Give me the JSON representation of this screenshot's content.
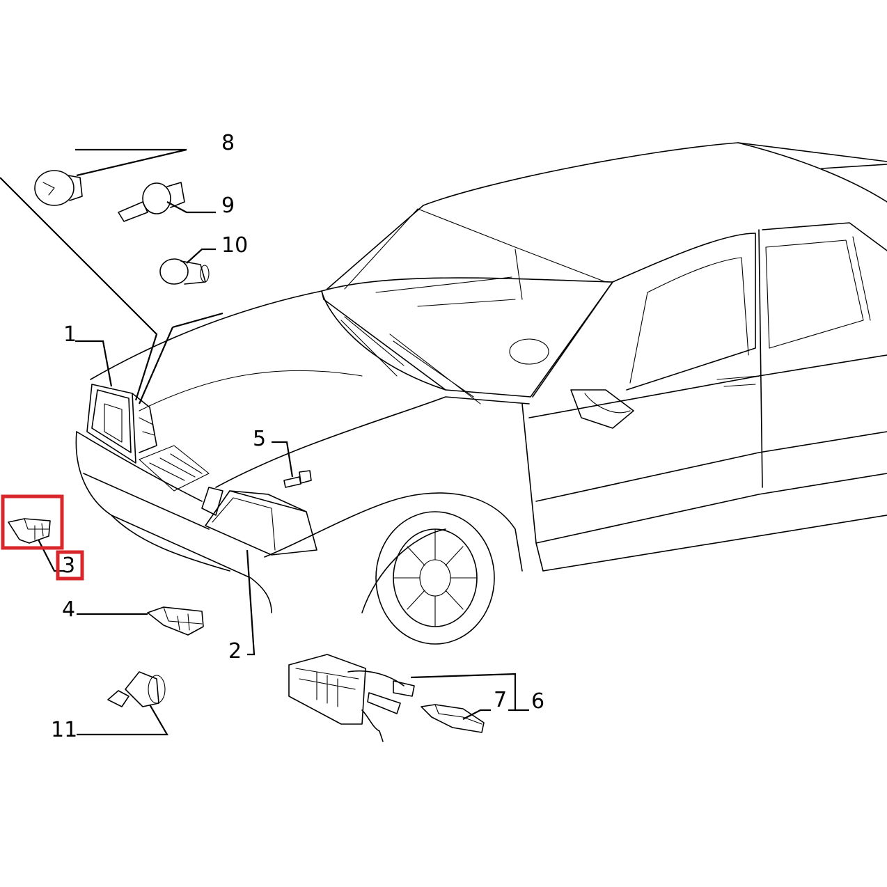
{
  "diagram": {
    "callouts": {
      "c1": "1",
      "c2": "2",
      "c3": "3",
      "c4": "4",
      "c5": "5",
      "c6": "6",
      "c7": "7",
      "c8": "8",
      "c9": "9",
      "c10": "10",
      "c11": "11"
    },
    "highlighted_part": "3",
    "highlight_color": "#d8262a"
  }
}
